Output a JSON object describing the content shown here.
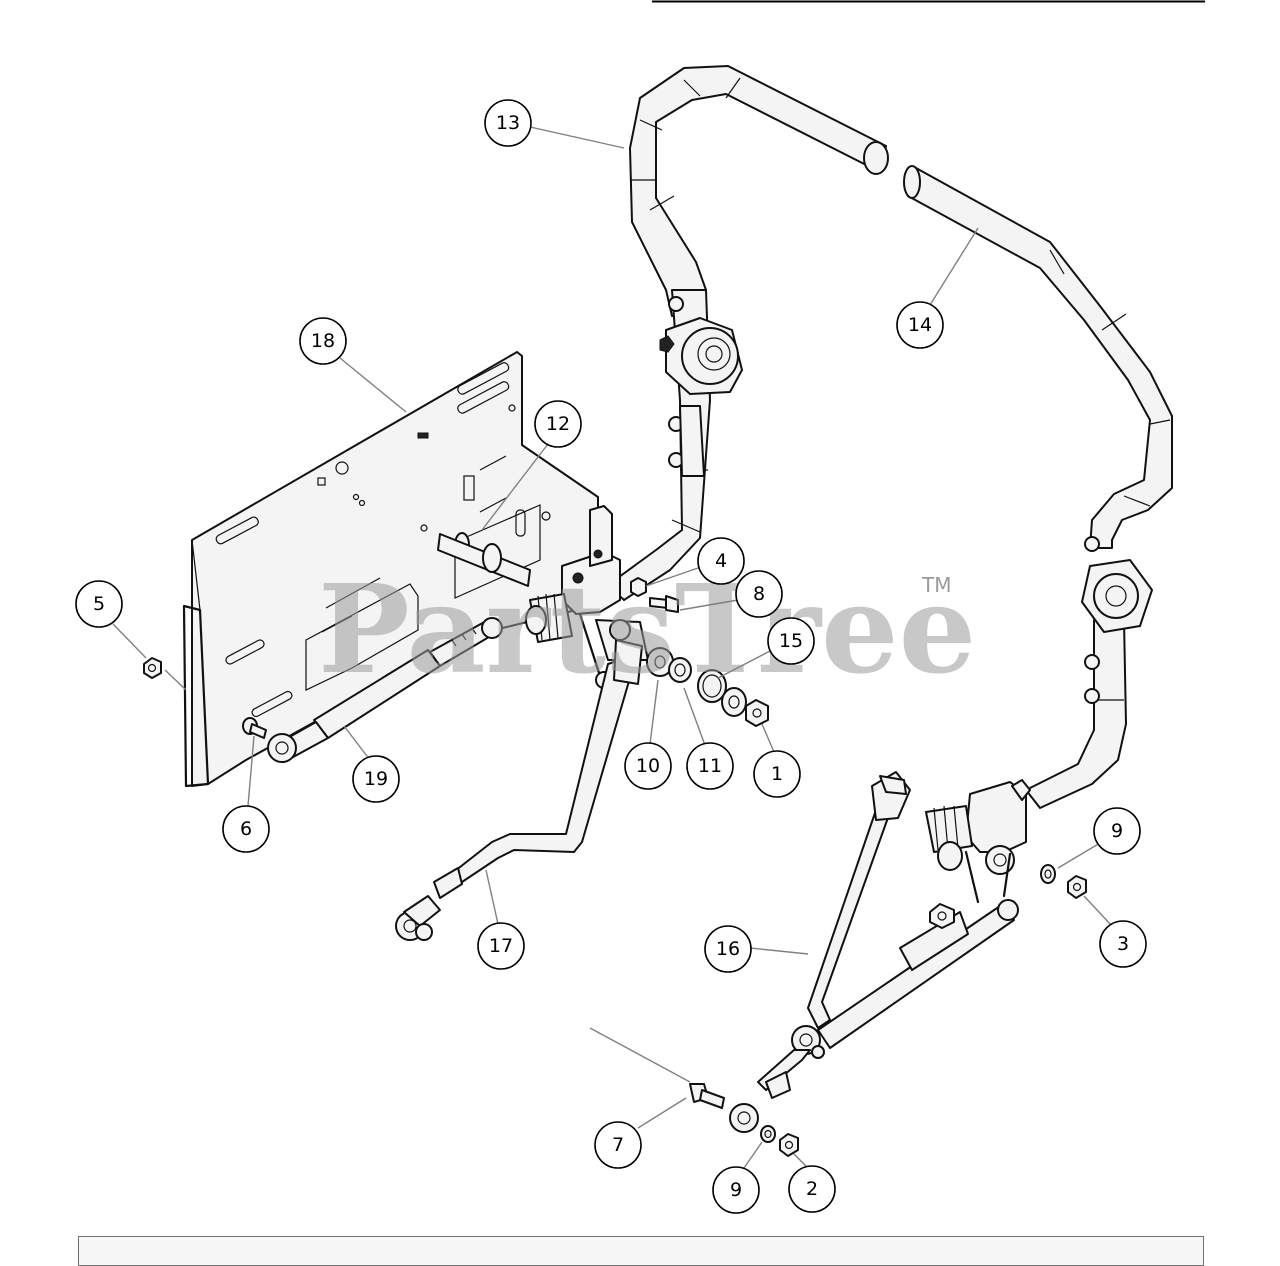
{
  "watermark": {
    "text": "PartsTree",
    "trademark": "TM"
  },
  "callouts": [
    {
      "id": "c5",
      "label": "5",
      "part": "nut"
    },
    {
      "id": "c18",
      "label": "18",
      "part": "mounting-plate"
    },
    {
      "id": "c12",
      "label": "12",
      "part": "pivot-shaft"
    },
    {
      "id": "c13",
      "label": "13",
      "part": "left-lap-bar"
    },
    {
      "id": "c14",
      "label": "14",
      "part": "right-lap-bar"
    },
    {
      "id": "c4",
      "label": "4",
      "part": "nut"
    },
    {
      "id": "c8",
      "label": "8",
      "part": "bolt"
    },
    {
      "id": "c15",
      "label": "15",
      "part": "spring-washer"
    },
    {
      "id": "c10",
      "label": "10",
      "part": "washer"
    },
    {
      "id": "c11",
      "label": "11",
      "part": "bushing"
    },
    {
      "id": "c1",
      "label": "1",
      "part": "lock-nut"
    },
    {
      "id": "c19",
      "label": "19",
      "part": "damper"
    },
    {
      "id": "c6",
      "label": "6",
      "part": "bolt"
    },
    {
      "id": "c17",
      "label": "17",
      "part": "left-control-rod"
    },
    {
      "id": "c9a",
      "label": "9",
      "part": "washer"
    },
    {
      "id": "c3",
      "label": "3",
      "part": "nut"
    },
    {
      "id": "c16",
      "label": "16",
      "part": "right-control-rod"
    },
    {
      "id": "c7",
      "label": "7",
      "part": "shoulder-bolt"
    },
    {
      "id": "c9b",
      "label": "9",
      "part": "washer"
    },
    {
      "id": "c2",
      "label": "2",
      "part": "nut"
    }
  ],
  "colors": {
    "line": "#111111",
    "leader": "#808080",
    "watermark": "#9a9a9a"
  }
}
